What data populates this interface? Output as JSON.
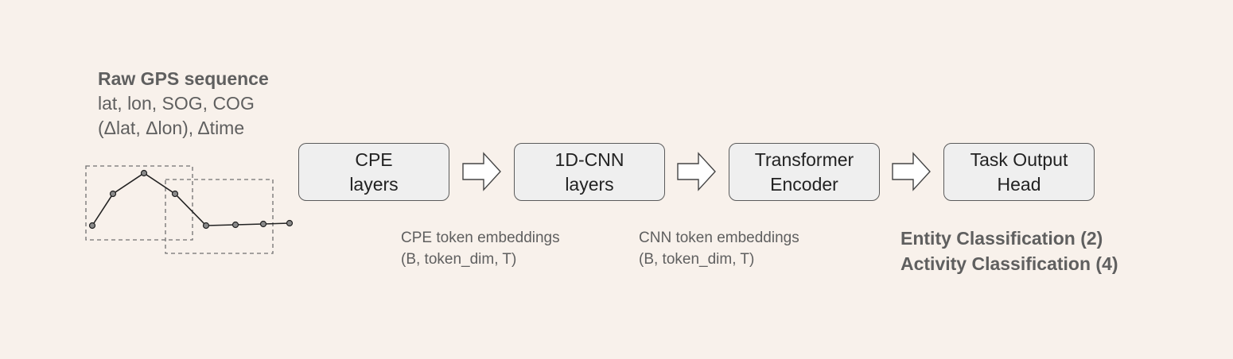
{
  "input": {
    "title": "Raw GPS sequence",
    "fields": "lat, lon, SOG, COG",
    "derived": "(Δlat, Δlon), Δtime"
  },
  "pipeline": [
    {
      "line1": "CPE",
      "line2": "layers"
    },
    {
      "line1": "1D-CNN",
      "line2": "layers"
    },
    {
      "line1": "Transformer",
      "line2": "Encoder"
    },
    {
      "line1": "Task Output",
      "line2": "Head"
    }
  ],
  "annotations": {
    "cpe_line1": "CPE token embeddings",
    "cpe_line2": "(B, token_dim, T)",
    "cnn_line1": "CNN token embeddings",
    "cnn_line2": "(B, token_dim, T)"
  },
  "outputs": [
    "Entity Classification (2)",
    "Activity Classification (4)"
  ],
  "colors": {
    "background": "#f8f1eb",
    "box_fill": "#efefef",
    "box_border": "#5b5b5b",
    "text_gray": "#5f5f5f"
  }
}
